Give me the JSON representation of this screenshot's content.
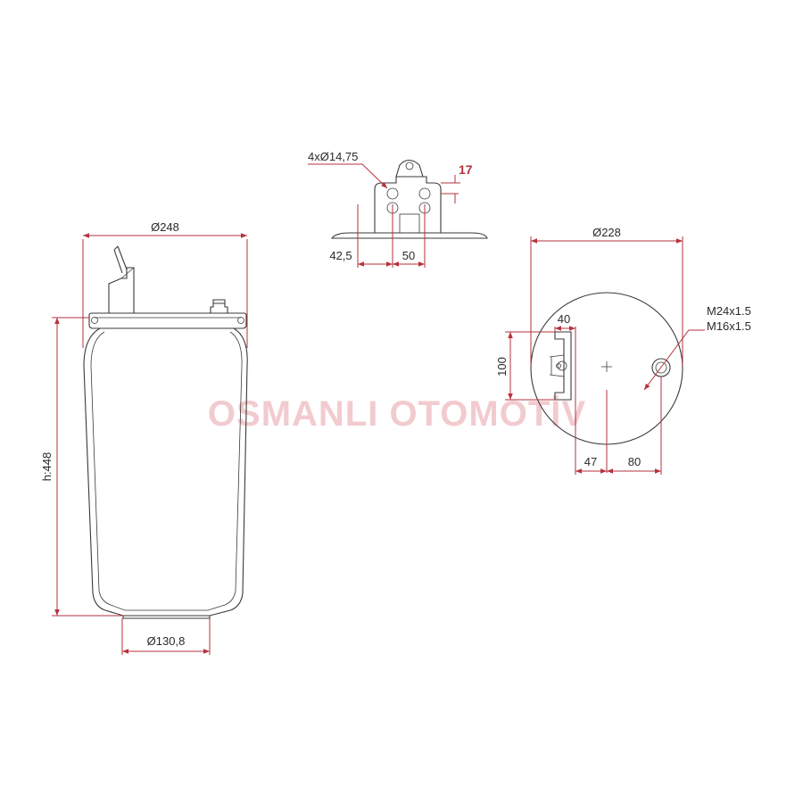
{
  "watermark": "OSMANLI OTOMOTİV",
  "colors": {
    "dimension": "#b5323c",
    "outline": "#3a3a3a",
    "watermark": "#e9a2a8"
  },
  "side_view": {
    "top_diameter": "Ø248",
    "bottom_diameter": "Ø130,8",
    "height": "h:448"
  },
  "top_plate": {
    "holes": "4xØ14,75",
    "thickness": "17",
    "offset": "42,5",
    "spacing": "50"
  },
  "top_view": {
    "diameter": "Ø228",
    "thread_large": "M24x1.5",
    "thread_small": "M16x1.5",
    "bracket_width": "40",
    "bracket_height": "100",
    "offset_left": "47",
    "offset_right": "80"
  }
}
